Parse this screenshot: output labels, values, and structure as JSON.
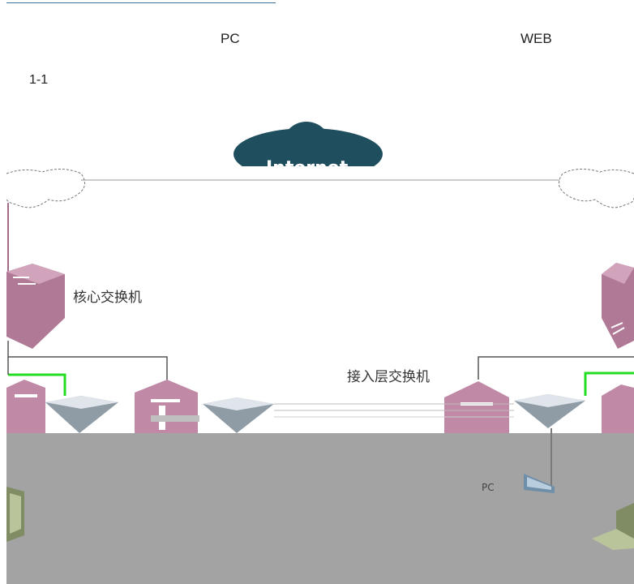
{
  "header": {
    "left_text": "PC",
    "right_text": "WEB"
  },
  "figure": {
    "label": "1-1",
    "cloud_text": "Internet",
    "core_switch_label": "核心交换机",
    "access_switch_label": "接入层交换机",
    "pc_label": "PC"
  },
  "colors": {
    "cloud": "#1f4e5e",
    "link_green": "#22dd22",
    "switch_pink": "#b07a96",
    "gray_area": "#a3a3a3",
    "top_rule": "#3e6f9a"
  }
}
